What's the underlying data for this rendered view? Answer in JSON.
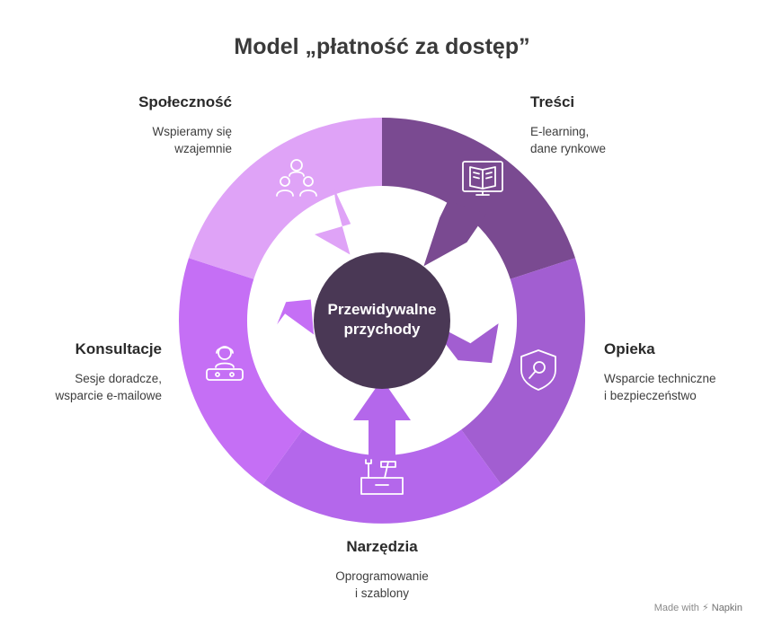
{
  "title": "Model „płatność za dostęp”",
  "center": {
    "line1": "Przewidywalne",
    "line2": "przychody"
  },
  "segments": [
    {
      "name": "Treści",
      "desc1": "E-learning,",
      "desc2": "dane rynkowe",
      "color": "#7a4a91",
      "icon": "book-monitor-icon"
    },
    {
      "name": "Opieka",
      "desc1": "Wsparcie techniczne",
      "desc2": "i bezpieczeństwo",
      "color": "#a25ed1",
      "icon": "shield-wrench-icon"
    },
    {
      "name": "Narzędzia",
      "desc1": "Oprogramowanie",
      "desc2": "i szablony",
      "color": "#b467eb",
      "icon": "toolbox-icon"
    },
    {
      "name": "Konsultacje",
      "desc1": "Sesje doradcze,",
      "desc2": "wsparcie e-mailowe",
      "color": "#c56ff5",
      "icon": "consultant-headset-icon"
    },
    {
      "name": "Społeczność",
      "desc1": "Wspieramy się",
      "desc2": "wzajemnie",
      "color": "#dfa3f7",
      "icon": "community-people-icon"
    }
  ],
  "center_color": "#4a3855",
  "footer": {
    "prefix": "Made with",
    "brand": "Napkin"
  }
}
